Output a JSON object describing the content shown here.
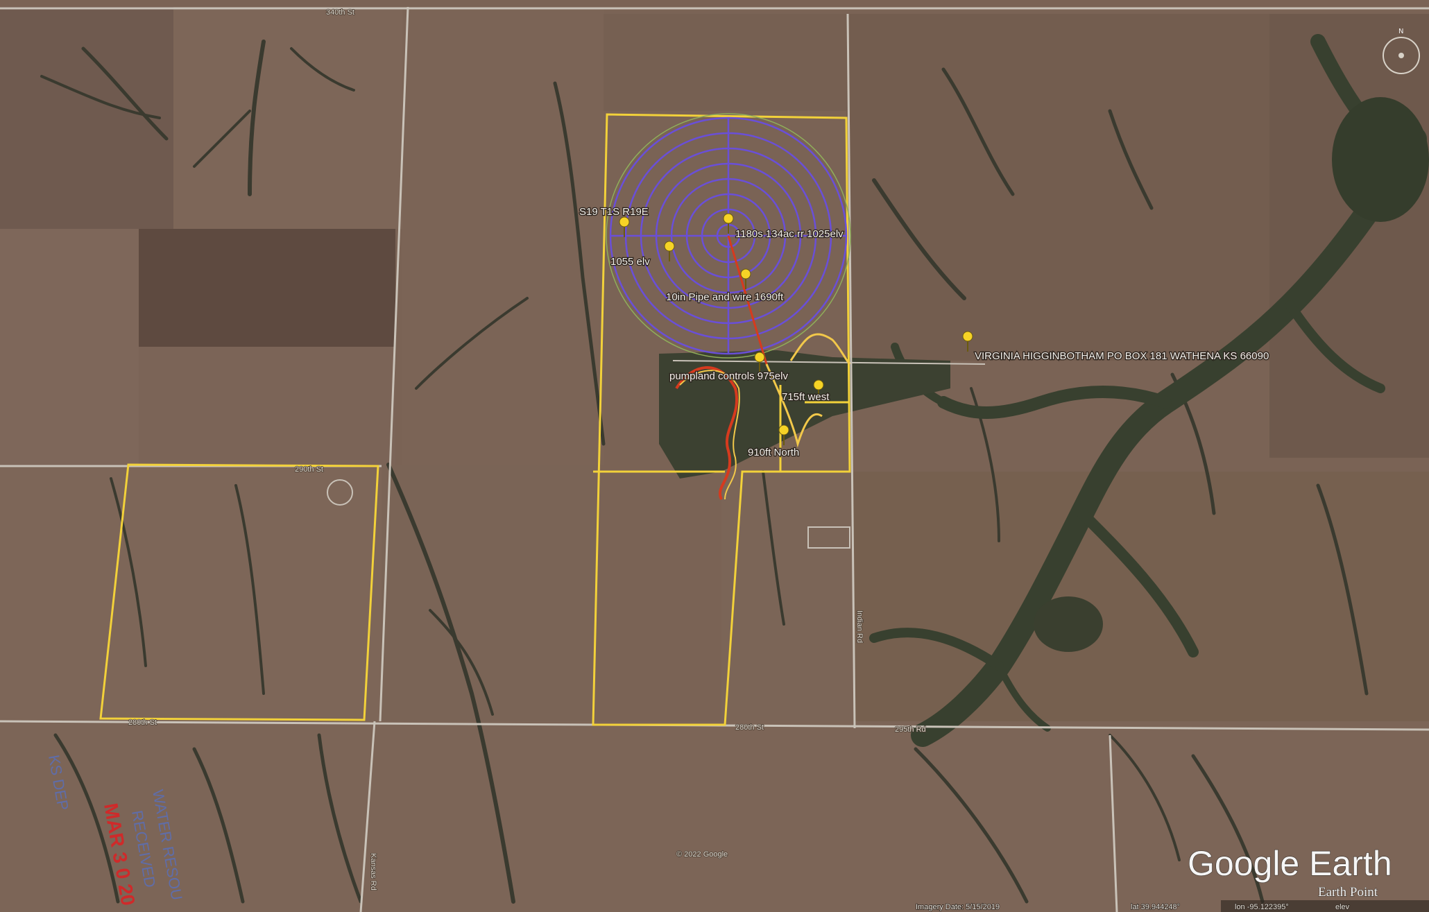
{
  "colors": {
    "field": "#7a6355",
    "field_dark": "#6d564a",
    "tree_line": "#3b3a30",
    "woods": "#38402f",
    "road": "#c9c2b8",
    "boundary": "#f2d13a",
    "pivot": "#6a4fd8",
    "pipe": "#d63a1e",
    "marker": "#f6d326"
  },
  "map": {
    "labels": {
      "section": "S19 T1S R19E",
      "pivot": "1180s 134ac rr 1025elv",
      "elev_1055": "1055 elv",
      "pipe": "10in Pipe and wire 1690ft",
      "owner": "VIRGINIA HIGGINBOTHAM PO BOX 181 WATHENA KS 66090",
      "pumpland": "pumpland controls 975elv",
      "west": "715ft west",
      "north": "910ft North"
    },
    "roads": {
      "top": "340th St",
      "upper_mid": "290th St",
      "bottom_left": "280th St",
      "bottom_mid": "280th St",
      "bottom_right": "295th Rd",
      "vertical_right": "Indian Rd",
      "vertical_left": "Kansas Rd"
    },
    "marker_icon": "pushpin-icon",
    "compass_icon": "compass-icon"
  },
  "overlay": {
    "copyright": "© 2022 Google",
    "logo_main": "Google Earth",
    "logo_sub": "Earth Point",
    "status_date": "Imagery Date: 5/15/2019",
    "status_lat": "lat 39.944248°",
    "status_lon": "lon -95.122395°",
    "status_elev": "elev"
  },
  "stamps": {
    "ks": "KS DEP",
    "water": "WATER RESOU",
    "received": "RECEIVED",
    "date": "MAR 3 0 20"
  }
}
